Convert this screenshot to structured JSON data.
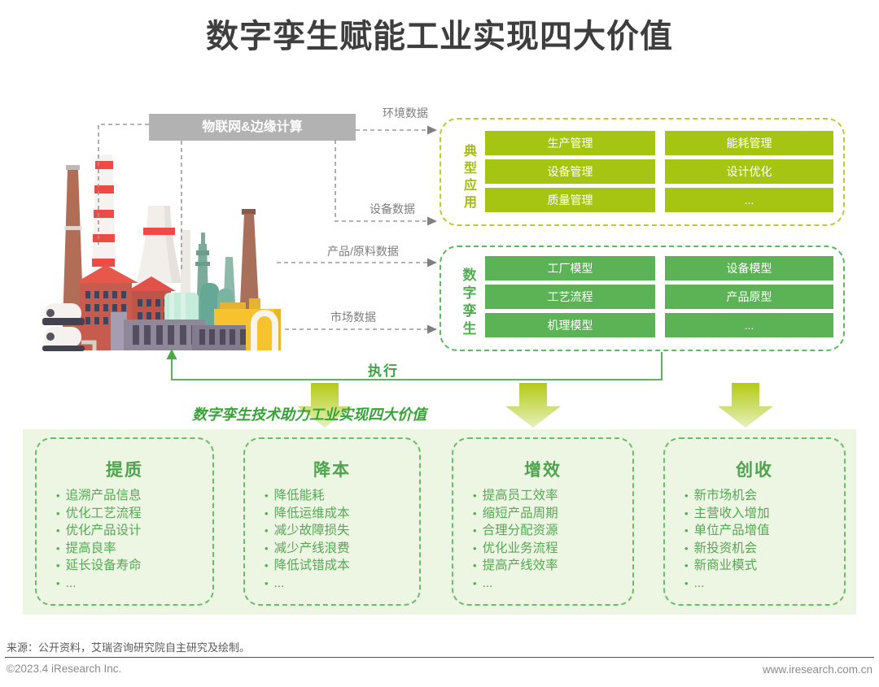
{
  "title": "数字孪生赋能工业实现四大价值",
  "diagram": {
    "iot_label": "物联网&边缘计算",
    "flows": [
      {
        "label": "环境数据"
      },
      {
        "label": "设备数据"
      },
      {
        "label": "产品/原料数据"
      },
      {
        "label": "市场数据"
      }
    ],
    "execute_label": "执行",
    "app_group": {
      "label": "典型应用",
      "items": [
        "生产管理",
        "能耗管理",
        "设备管理",
        "设计优化",
        "质量管理",
        "..."
      ]
    },
    "twin_group": {
      "label": "数字孪生",
      "items": [
        "工厂模型",
        "设备模型",
        "工艺流程",
        "产品原型",
        "机理模型",
        "..."
      ]
    }
  },
  "slogan": "数字孪生技术助力工业实现四大价值",
  "values": [
    {
      "title": "提质",
      "items": [
        "追溯产品信息",
        "优化工艺流程",
        "优化产品设计",
        "提高良率",
        "延长设备寿命",
        "..."
      ]
    },
    {
      "title": "降本",
      "items": [
        "降低能耗",
        "降低运维成本",
        "减少故障损失",
        "减少产线浪费",
        "降低试错成本",
        "..."
      ]
    },
    {
      "title": "增效",
      "items": [
        "提高员工效率",
        "缩短产品周期",
        "合理分配资源",
        "优化业务流程",
        "提高产线效率",
        "..."
      ]
    },
    {
      "title": "创收",
      "items": [
        "新市场机会",
        "主营收入增加",
        "单位产品增值",
        "新投资机会",
        "新商业模式",
        "..."
      ]
    }
  ],
  "footer": {
    "source": "来源：公开资料，艾瑞咨询研究院自主研究及绘制。",
    "copyright": "©2023.4 iResearch Inc.",
    "website": "www.iresearch.com.cn"
  },
  "colors": {
    "yellow_green": "#a6c513",
    "green": "#5cb356",
    "loop_green": "#4aa84d",
    "gray_box": "#b2b2b2",
    "band_bg": "#edf6e2",
    "value_text": "#55a855",
    "title_text": "#3e3e3e",
    "connector_gray": "#9a9a9a"
  }
}
